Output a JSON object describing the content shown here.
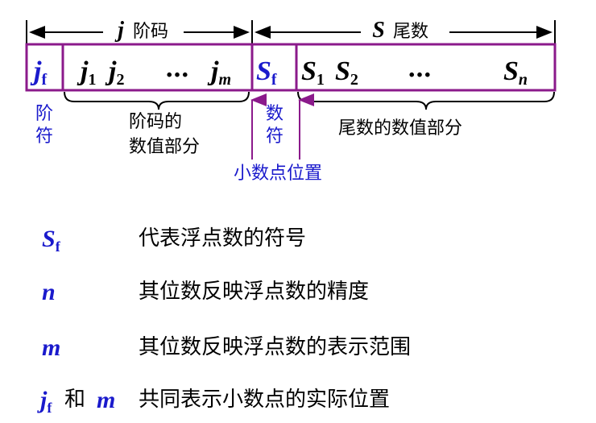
{
  "colors": {
    "frame": "#8B1A8B",
    "blue": "#1A1ACC",
    "black": "#000000"
  },
  "top_labels": {
    "exponent": {
      "symbol": "j",
      "text": "阶码"
    },
    "mantissa": {
      "symbol": "S",
      "text": "尾数"
    }
  },
  "register": {
    "jf": {
      "base": "j",
      "sub": "f"
    },
    "j1": {
      "base": "j",
      "sub": "1"
    },
    "j2": {
      "base": "j",
      "sub": "2"
    },
    "exp_dots": "…",
    "jm": {
      "base": "j",
      "sub": "m"
    },
    "sf": {
      "base": "S",
      "sub": "f"
    },
    "s1": {
      "base": "S",
      "sub": "1"
    },
    "s2": {
      "base": "S",
      "sub": "2"
    },
    "man_dots": "…",
    "sn": {
      "base": "S",
      "sub": "n"
    }
  },
  "below_labels": {
    "exp_sign": [
      "阶",
      "符"
    ],
    "exp_value": [
      "阶码的",
      "数值部分"
    ],
    "num_sign": [
      "数",
      "符"
    ],
    "man_value": "尾数的数值部分",
    "point": "小数点位置"
  },
  "legend": [
    {
      "sym": "S",
      "sub": "f",
      "desc": "代表浮点数的符号"
    },
    {
      "sym": "n",
      "sub": "",
      "desc": "其位数反映浮点数的精度"
    },
    {
      "sym": "m",
      "sub": "",
      "desc": "其位数反映浮点数的表示范围"
    },
    {
      "sym": "j",
      "sub": "f",
      "join": "和",
      "sym2": "m",
      "desc": "共同表示小数点的实际位置"
    }
  ]
}
